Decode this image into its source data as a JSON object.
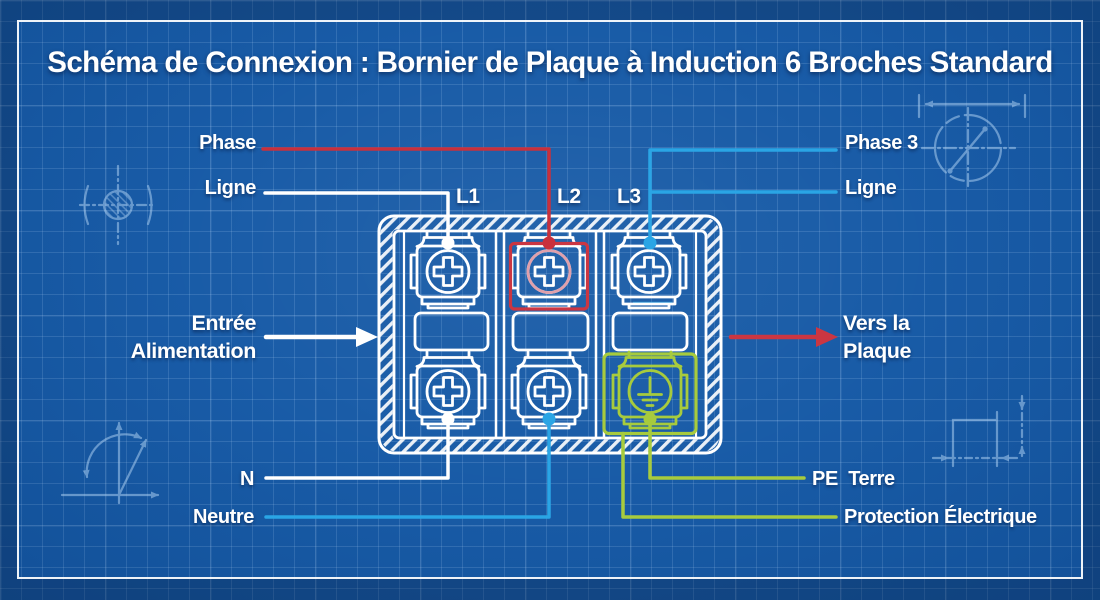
{
  "title": "Schéma de Connexion : Bornier de Plaque à Induction 6 Broches Standard",
  "wiring_labels": {
    "left": {
      "phase": "Phase",
      "ligne": "Ligne",
      "n": "N",
      "neutre": "Neutre"
    },
    "right": {
      "phase3": "Phase 3",
      "ligne": "Ligne",
      "pe_terre": "PE  Terre",
      "protection": "Protection Électrique"
    }
  },
  "flow_labels": {
    "input_line1": "Entrée",
    "input_line2": "Alimentation",
    "output_line1": "Vers la",
    "output_line2": "Plaque"
  },
  "terminals": {
    "l1": "L1",
    "l2": "L2",
    "l3": "L3"
  },
  "connections": [
    {
      "terminal": "L1",
      "wire": "Ligne / Phase",
      "color": "#ffffff"
    },
    {
      "terminal": "L2",
      "wire": "Phase",
      "color": "#c9303c"
    },
    {
      "terminal": "L3",
      "wire": "Phase 3 / Ligne",
      "color": "#2aa5e5"
    },
    {
      "terminal": "N",
      "wire": "Neutre",
      "color": "#2aa5e5"
    },
    {
      "terminal": "PE",
      "wire": "Terre / Protection Électrique",
      "color": "#a7cb3d"
    }
  ],
  "colors": {
    "background": "#1458a5",
    "stroke_white": "#ffffff",
    "wire_phase_red": "#c9303c",
    "wire_blue": "#2aa5e5",
    "wire_earth_green": "#a7cb3d",
    "deco_blue": "#a9cdf0"
  }
}
